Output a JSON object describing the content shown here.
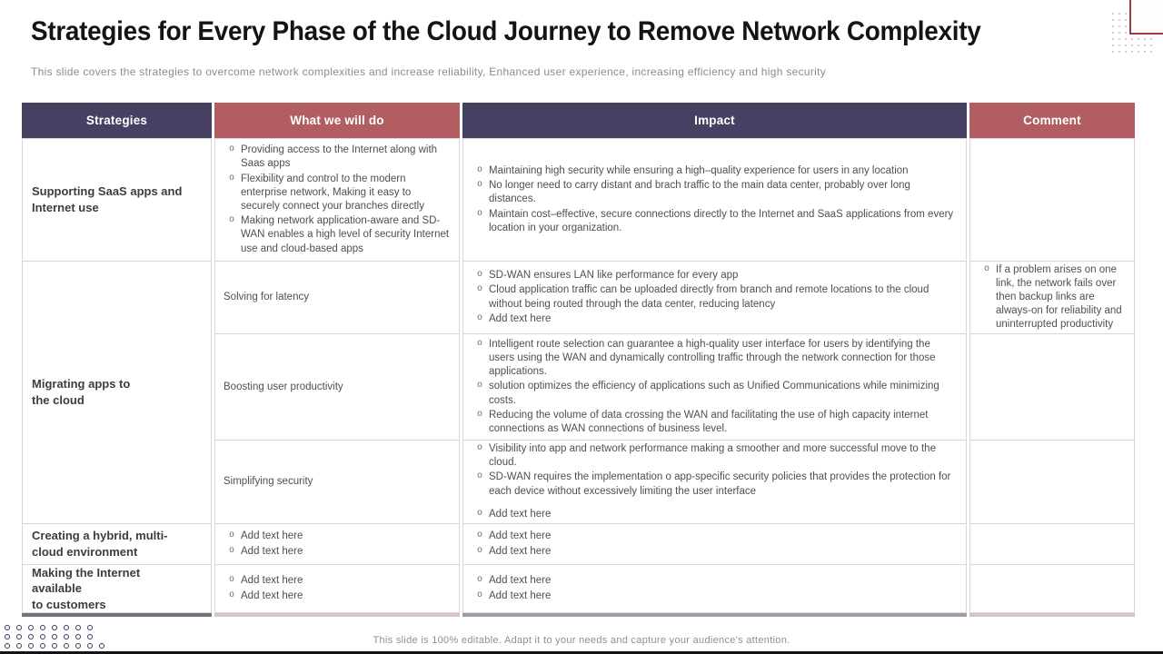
{
  "page": {
    "title": "Strategies for Every Phase of the Cloud Journey to Remove Network Complexity",
    "subtitle": "This slide covers the strategies to overcome network complexities and increase reliability, Enhanced user experience, increasing efficiency and high security",
    "footer_note": "This slide is 100% editable. Adapt it to your needs and capture your audience's attention."
  },
  "colors": {
    "header_purple": "#474063",
    "header_red": "#b15d62",
    "accent_square_border": "#9c3a40",
    "cell_border": "#d9d7dd",
    "body_text": "#4f4f4f",
    "label_text": "#3d3d3d",
    "bar_dark": "#75727d",
    "bar_gray": "#a09da6",
    "bar_pink": "#dcc2c3"
  },
  "table": {
    "bullet_char": "o",
    "headers": [
      "Strategies",
      "What we will do",
      "Impact",
      "Comment"
    ],
    "strategies": {
      "row1": "Supporting SaaS apps and\nInternet use",
      "row2_4": "Migrating apps to\nthe cloud",
      "row5": "Creating a hybrid, multi-\ncloud environment",
      "row6": "Making the Internet\navailable\nto customers"
    },
    "what_we_will_do": {
      "row1": [
        "Providing access to the Internet along with Saas apps",
        "Flexibility and control to the modern enterprise network, Making it easy to securely connect your branches directly",
        "Making network application-aware and SD-WAN enables a high level of security Internet use and cloud-based apps"
      ],
      "row2": "Solving for latency",
      "row3": "Boosting user productivity",
      "row4": "Simplifying security",
      "row5": [
        "Add text here",
        "Add text here"
      ],
      "row6": [
        "Add text here",
        "Add text here"
      ]
    },
    "impact": {
      "row1": [
        "Maintaining high security while ensuring a high–quality experience for users in any location",
        "No longer need to carry distant and brach traffic to the main data center, probably over long distances.",
        "Maintain cost–effective, secure connections directly to the Internet and SaaS applications from every location in your organization."
      ],
      "row2": [
        "SD-WAN ensures LAN like performance for every  app",
        "Cloud application traffic can be uploaded directly from branch and remote locations to the cloud without being routed through the data center, reducing latency",
        "Add text here"
      ],
      "row3": [
        "Intelligent route selection can guarantee a high-quality user interface for users by identifying the users using the WAN and dynamically controlling traffic through the network connection for those applications.",
        "solution optimizes the efficiency of applications such as Unified Communications while minimizing costs.",
        "Reducing the volume of data crossing the WAN and facilitating the use of high capacity internet connections as WAN connections of business level."
      ],
      "row4": [
        "Visibility into app and network performance making a smoother and more successful move to the cloud.",
        "SD-WAN requires the implementation o app-specific security policies that provides the protection for each device without excessively limiting the user interface",
        "Add text here"
      ],
      "row5": [
        "Add text here",
        "Add text here"
      ],
      "row6": [
        "Add text here",
        "Add text here"
      ]
    },
    "comment": {
      "row2": "If a problem arises on one link, the network fails over then backup links are always-on for reliability and uninterrupted productivity"
    }
  },
  "decor": {
    "bottom_left_dot_rows": [
      8,
      8,
      9
    ],
    "top_right_dot_grid": {
      "rows": 7,
      "cols": 7
    }
  }
}
